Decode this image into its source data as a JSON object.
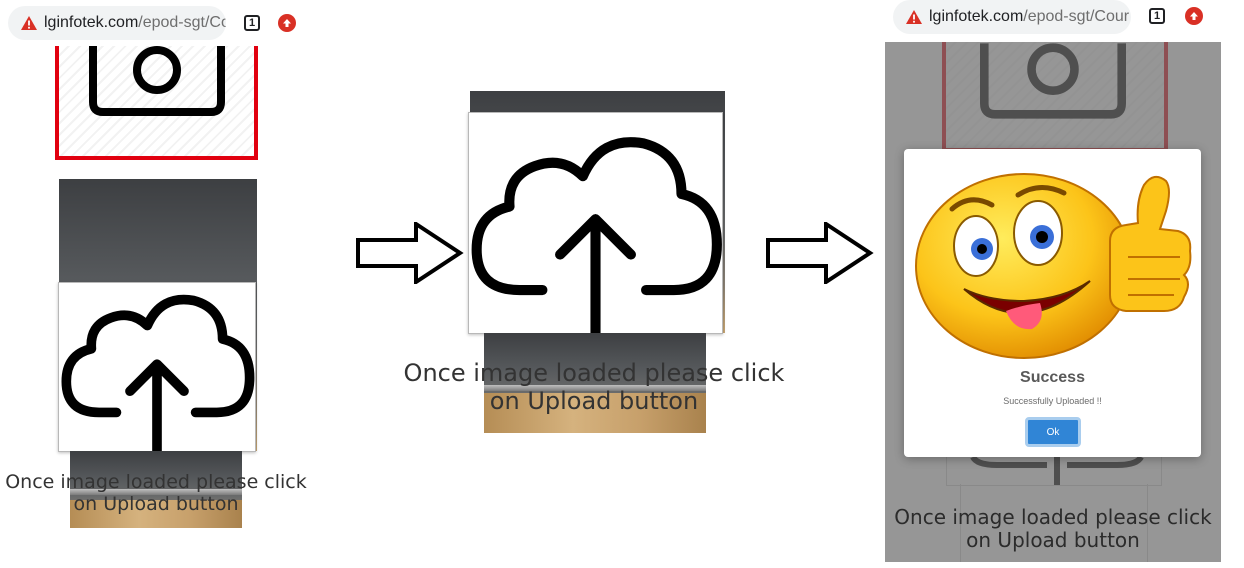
{
  "browser": {
    "url_host": "lginfotek.com",
    "url_path": "/epod-sgt/Cour",
    "tab_count": "1"
  },
  "screens": {
    "first": {
      "caption": "Once image loaded please click on Upload button"
    },
    "second": {
      "caption": "Once image loaded please click on Upload button"
    },
    "third": {
      "caption": "Once image loaded please click on Upload button"
    }
  },
  "dialog": {
    "title": "Success",
    "message": "Successfully Uploaded !!",
    "ok_label": "Ok"
  },
  "icons": [
    "warning-icon",
    "tab-switcher-icon",
    "upload-icon",
    "camera-icon",
    "cloud-upload-icon",
    "arrow-right-icon",
    "thumbs-up-emoji-icon"
  ],
  "colors": {
    "camera_border": "#e1000f",
    "ok_button": "#3085d6",
    "warning": "#d93025"
  }
}
